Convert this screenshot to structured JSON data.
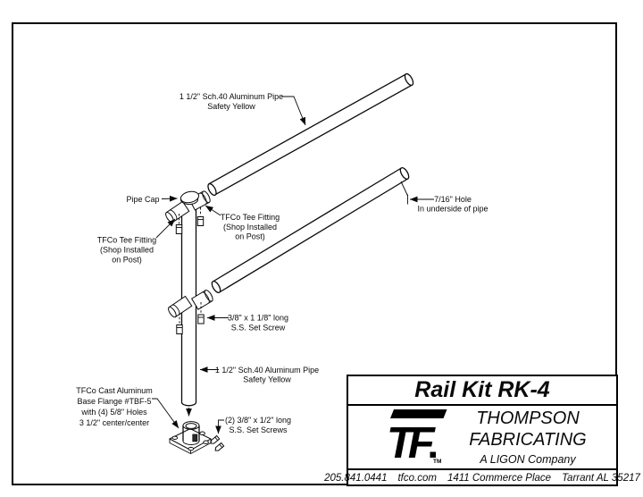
{
  "diagram": {
    "labels": {
      "pipe_top": {
        "lines": [
          "1 1/2\" Sch.40 Aluminum Pipe",
          "Safety Yellow"
        ]
      },
      "hole": {
        "lines": [
          "7/16\" Hole",
          "In underside of pipe"
        ]
      },
      "pipe_cap": {
        "text": "Pipe Cap"
      },
      "tee_fitting_right": {
        "lines": [
          "TFCo Tee Fitting",
          "(Shop Installed",
          "on Post)"
        ]
      },
      "tee_fitting_left": {
        "lines": [
          "TFCo Tee Fitting",
          "(Shop Installed",
          "on Post)"
        ]
      },
      "set_screw_mid": {
        "lines": [
          "3/8\" x 1 1/8\" long",
          "S.S. Set Screw"
        ]
      },
      "post_pipe": {
        "lines": [
          "1 1/2\" Sch.40 Aluminum Pipe",
          "Safety Yellow"
        ]
      },
      "base_flange": {
        "lines": [
          "TFCo Cast Aluminum",
          "Base Flange #TBF-5",
          "with (4) 5/8\" Holes",
          "3 1/2\" center/center"
        ]
      },
      "base_set_screws": {
        "lines": [
          "(2) 3/8\" x 1/2\" long",
          "S.S. Set Screws"
        ]
      }
    }
  },
  "title_block": {
    "kit_name": "Rail Kit RK-4",
    "logo": {
      "text": "TF",
      "tm": "TM"
    },
    "company": {
      "line1": "THOMPSON",
      "line2": "FABRICATING",
      "tagline": "A LIGON  Company"
    },
    "contact": {
      "phone": "205.841.0441",
      "website": "tfco.com",
      "address": "1411 Commerce Place",
      "city_state_zip": "Tarrant AL 35217"
    }
  },
  "colors": {
    "line": "#0a0a0a",
    "background": "#ffffff"
  }
}
